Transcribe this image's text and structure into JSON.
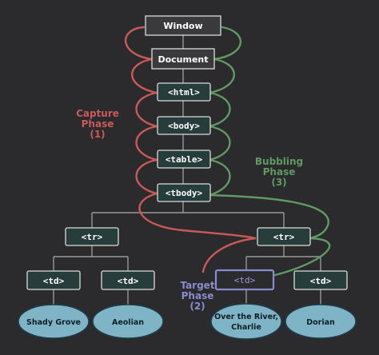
{
  "colors": {
    "capture": "#c95a58",
    "bubbling": "#5e9a62",
    "target": "#8b8ad0",
    "leaf": "#7fb3c6",
    "node": "#263d3c",
    "background": "#2b2b2d"
  },
  "nodes": {
    "window": "Window",
    "document": "Document",
    "html": "<html>",
    "body": "<body>",
    "table": "<table>",
    "tbody": "<tbody>",
    "tr_left": "<tr>",
    "tr_right": "<tr>",
    "td_1": "<td>",
    "td_2": "<td>",
    "td_target": "<td>",
    "td_4": "<td>"
  },
  "leaves": {
    "shady_grove": "Shady Grove",
    "aeolian": "Aeolian",
    "over_river_line1": "Over the River,",
    "over_river_line2": "Charlie",
    "dorian": "Dorian"
  },
  "phases": {
    "capture": {
      "line1": "Capture",
      "line2": "Phase",
      "line3": "(1)"
    },
    "bubbling": {
      "line1": "Bubbling",
      "line2": "Phase",
      "line3": "(3)"
    },
    "target": {
      "line1": "Target",
      "line2": "Phase",
      "line3": "(2)"
    }
  }
}
